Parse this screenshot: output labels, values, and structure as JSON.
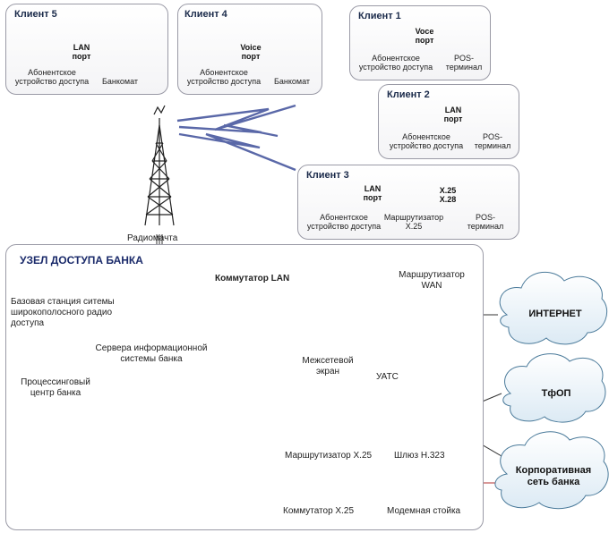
{
  "clients": {
    "c5": {
      "title": "Клиент 5",
      "port": "LAN\nпорт",
      "device": "Абонентское\nустройство доступа",
      "terminal": "Банкомат"
    },
    "c4": {
      "title": "Клиент 4",
      "port": "Voice\nпорт",
      "device": "Абонентское\nустройство доступа",
      "terminal": "Банкомат"
    },
    "c1": {
      "title": "Клиент 1",
      "port": "Voce\nпорт",
      "device": "Абонентское\nустройство доступа",
      "terminal": "POS-\nтерминал"
    },
    "c2": {
      "title": "Клиент 2",
      "port": "LAN\nпорт",
      "device": "Абонентское\nустройство доступа",
      "terminal": "POS-\nтерминал"
    },
    "c3": {
      "title": "Клиент 3",
      "port": "LAN\nпорт",
      "x25": "X.25\nX.28",
      "device": "Абонентское\nустройство доступа",
      "router": "Маршрутизатор\nX.25",
      "terminal": "POS-\nтерминал"
    }
  },
  "radio_mast": "Радиомачта",
  "node": {
    "title": "УЗЕЛ ДОСТУПА БАНКА",
    "base_station": "Базовая станция ситемы\nширокополосного радио\nдоступа",
    "lan_switch": "Коммутатор LAN",
    "wan_router": "Маршрутизатор\nWAN",
    "firewall": "Межсетевой\nэкран",
    "info_servers": "Сервера информационной\nсистемы банка",
    "processing": "Процессинговый\nцентр банка",
    "pbx": "УАТС",
    "gateway": "Шлюз H.323",
    "x25_router": "Маршрутизатор X.25",
    "x25_switch": "Коммутатор X.25",
    "modem_rack": "Модемная стойка"
  },
  "clouds": {
    "internet": "ИНТЕРНЕТ",
    "pstn": "ТфОП",
    "corporate": "Корпоративная\nсеть банка"
  },
  "colors": {
    "device_blue": "#4a5aa8",
    "device_dark": "#2e3870",
    "router_teal": "#3e7a7a",
    "link_red": "#b03030",
    "cloud_edge": "#5a8aa8"
  }
}
